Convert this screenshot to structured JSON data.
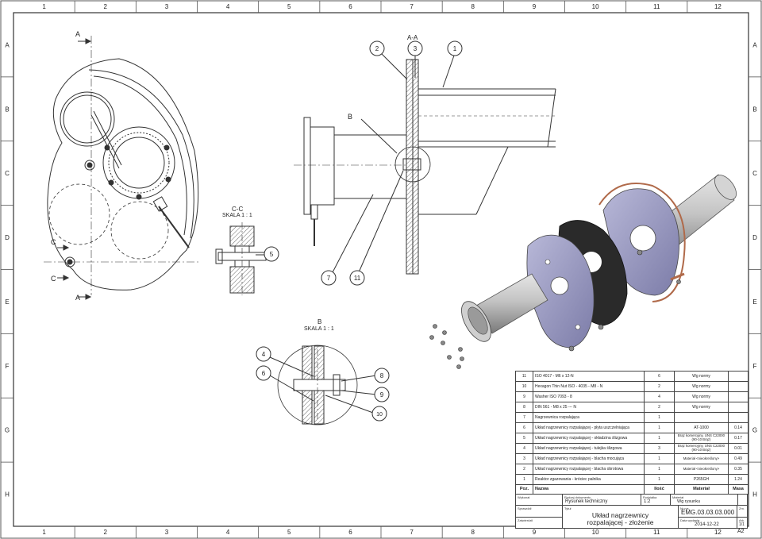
{
  "frame": {
    "column_labels": [
      "1",
      "2",
      "3",
      "4",
      "5",
      "6",
      "7",
      "8",
      "9",
      "10",
      "11",
      "12"
    ],
    "row_labels": [
      "A",
      "B",
      "C",
      "D",
      "E",
      "F",
      "G",
      "H"
    ]
  },
  "views": {
    "main_section_marker": "A",
    "main_section_marker_bottom": "A",
    "side_section_marker": "C",
    "side_section_marker_bottom": "C",
    "section_aa_title": "A-A",
    "section_cc_title": "C-C",
    "section_cc_scale": "SKALA 1 : 1",
    "detail_b_title": "B",
    "detail_b_scale": "SKALA 1 : 1",
    "detail_b_marker": "B"
  },
  "balloons": {
    "b2": "2",
    "b3": "3",
    "b1": "1",
    "b5": "5",
    "b7": "7",
    "b11": "11",
    "b4": "4",
    "b6": "6",
    "b8": "8",
    "b9": "9",
    "b10": "10"
  },
  "bom": {
    "rows": [
      {
        "pos": "11",
        "name": "ISO 4017 - M6 x 12-N",
        "qty": "6",
        "material": "Wg normy",
        "mass": ""
      },
      {
        "pos": "10",
        "name": "Hexagon Thin Nut ISO - 4035 - M8 - N",
        "qty": "2",
        "material": "Wg normy",
        "mass": ""
      },
      {
        "pos": "9",
        "name": "Washer ISO 7093 - 8",
        "qty": "4",
        "material": "Wg normy",
        "mass": ""
      },
      {
        "pos": "8",
        "name": "DIN 561 - M8 x 25 --- N",
        "qty": "2",
        "material": "Wg normy",
        "mass": ""
      },
      {
        "pos": "7",
        "name": "Nagrzewnica rozpalająca",
        "qty": "1",
        "material": "",
        "mass": ""
      },
      {
        "pos": "6",
        "name": "Układ nagrzewnicy rozpalającej - płyta uszczelniająca",
        "qty": "1",
        "material": "AT-1000",
        "mass": "0.14"
      },
      {
        "pos": "5",
        "name": "Układ nagrzewnicy rozpalającej - okładzina ślizgowa",
        "qty": "1",
        "material": "Brąz komercyjny, UNS C22000 (90-10 Brąz)",
        "mass": "0.17"
      },
      {
        "pos": "4",
        "name": "Układ nagrzewnicy rozpalającej - tulejka ślizgowa",
        "qty": "3",
        "material": "Brąz komercyjny, UNS C22000 (90-10 Brąz)",
        "mass": "0.01"
      },
      {
        "pos": "3",
        "name": "Układ nagrzewnicy rozpalającej - blacha mocująca",
        "qty": "1",
        "material": "Materiał <nieokreślony>",
        "mass": "0.49"
      },
      {
        "pos": "2",
        "name": "Układ nagrzewnicy rozpalającej - blacha obrotowa",
        "qty": "1",
        "material": "Materiał <nieokreślony>",
        "mass": "0.35"
      },
      {
        "pos": "1",
        "name": "Reaktor zgazowania - króciec palnika",
        "qty": "1",
        "material": "P265GH",
        "mass": "1.24"
      }
    ],
    "header": {
      "pos": "Poz.",
      "name": "Nazwa",
      "qty": "Ilość",
      "material": "Materiał",
      "mass": "Masa"
    }
  },
  "title_block": {
    "designed_label": "Wykonał",
    "checked_label": "Sprawdził",
    "approved_label": "Zatwierdził",
    "doc_type_label": "Rodzaj dokumentu",
    "doc_type": "Rysunek techniczny",
    "scale_label": "Podziałka",
    "scale": "1:2",
    "material_label": "Materiał",
    "material": "Wg rysunku",
    "title_label": "Tytuł",
    "title_line1": "Układ nagrzewnicy",
    "title_line2": "rozpalającej - złożenie",
    "drawing_no_label": "Nr rys.",
    "drawing_no": "EMG.03.03.03.000",
    "date_label": "Data wydania",
    "date": "2014-12-22",
    "sheet_label": "Ark.",
    "sheet": "1/1",
    "rev_label": "Zm.",
    "format": "A2"
  }
}
